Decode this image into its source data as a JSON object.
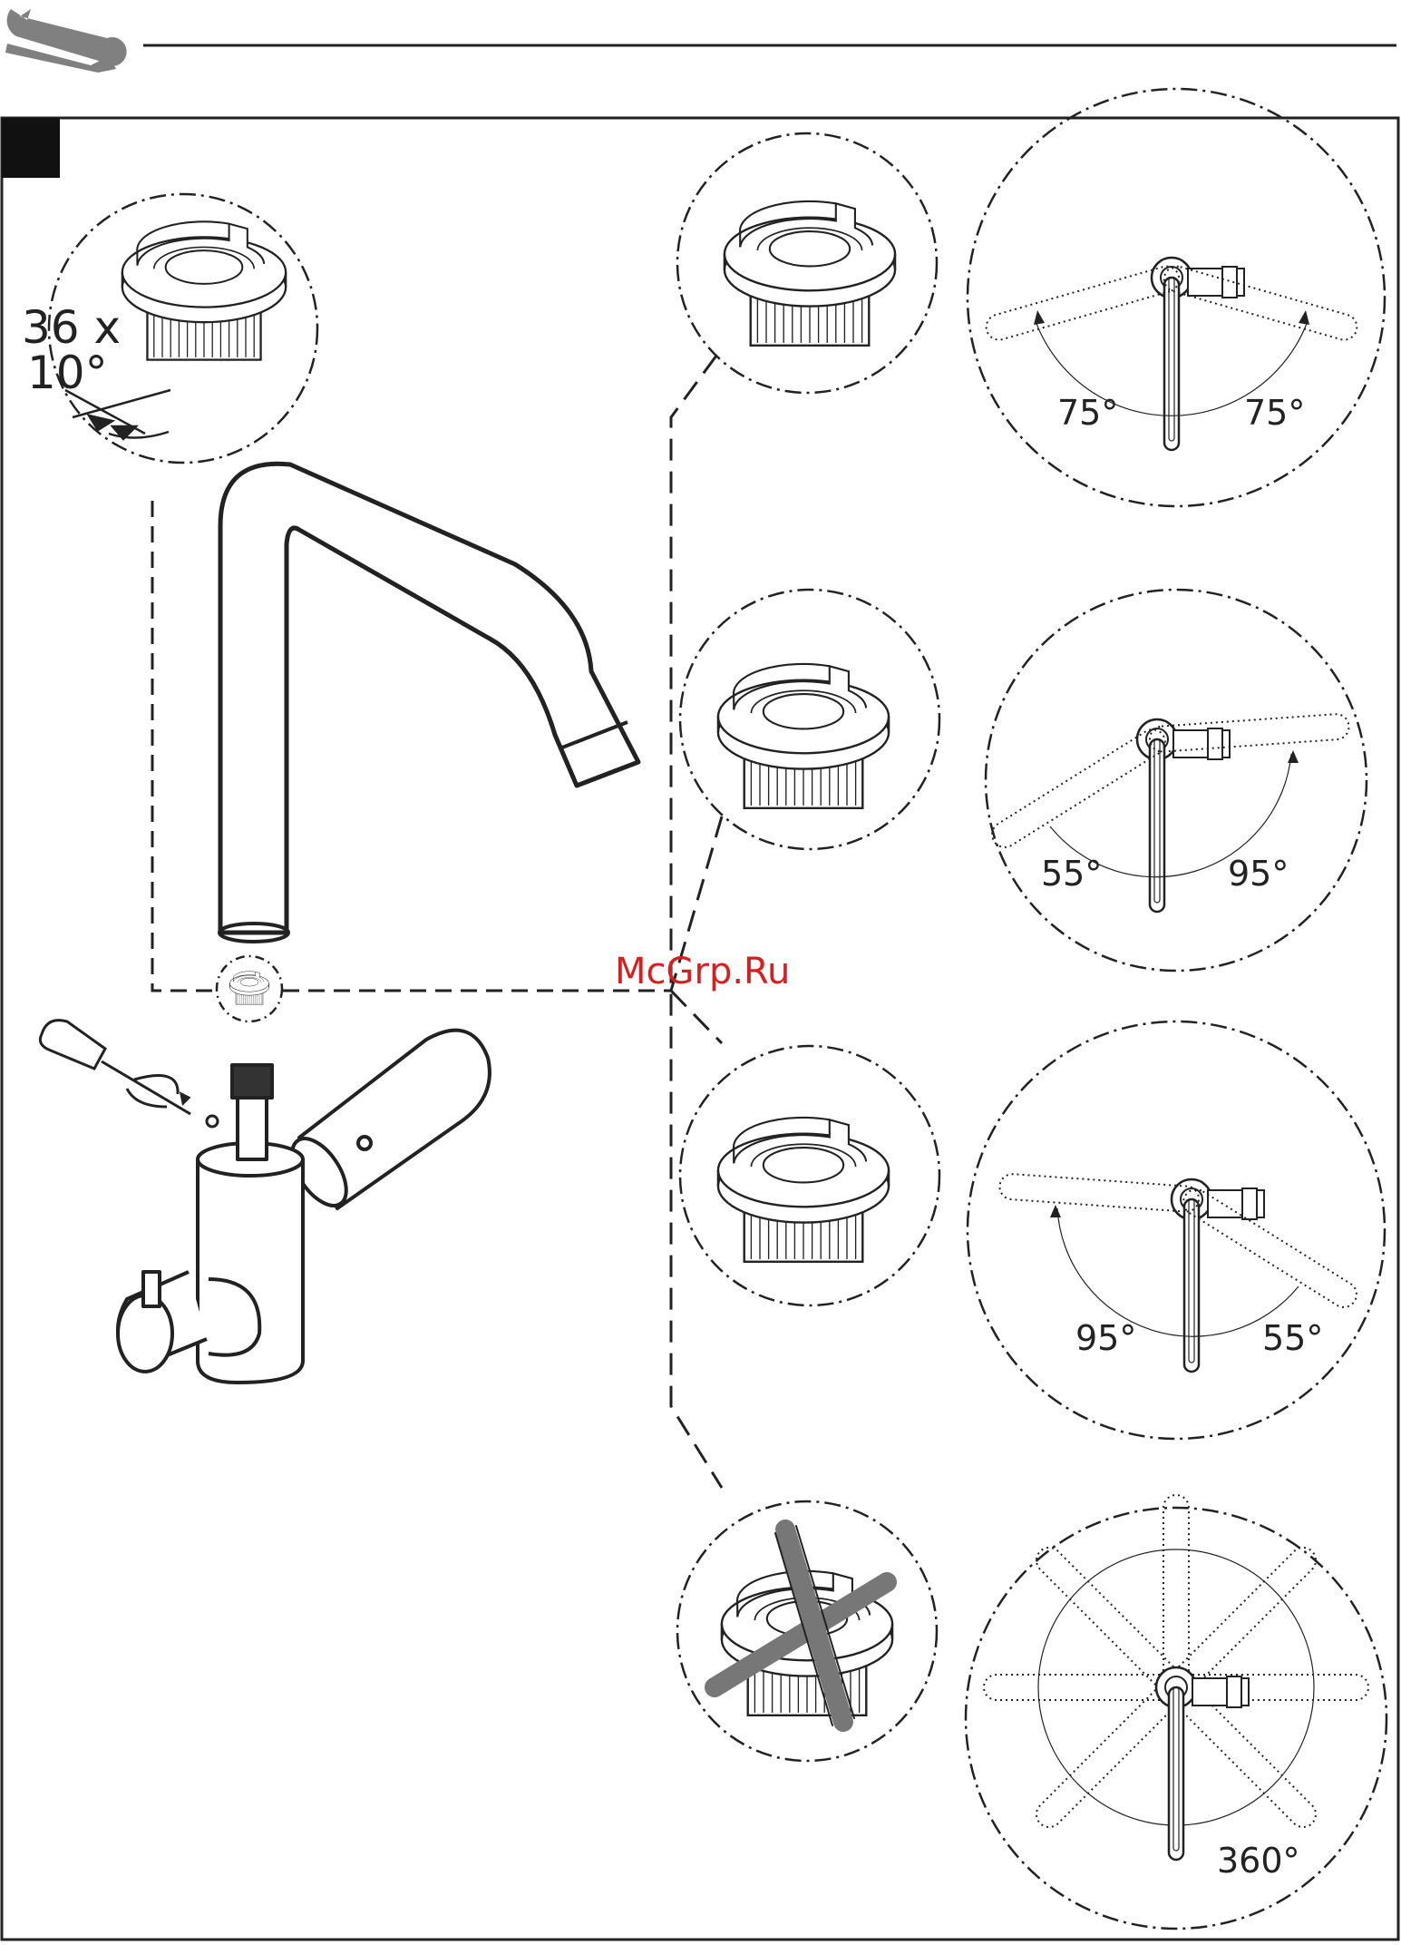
{
  "header": {
    "tool_icon": "wrench-screwdriver-icon"
  },
  "detail": {
    "count_label": "36 x",
    "angle_label": "10°"
  },
  "rows": [
    {
      "left_label": "75°",
      "right_label": "75°",
      "crossed": false
    },
    {
      "left_label": "55°",
      "right_label": "95°",
      "crossed": false
    },
    {
      "left_label": "95°",
      "right_label": "55°",
      "crossed": false
    },
    {
      "center_label": "360°",
      "crossed": true
    }
  ],
  "watermark": "McGrp.Ru",
  "colors": {
    "line": "#222222",
    "watermark": "#d62020",
    "cross": "#777777",
    "header_box": "#111111"
  }
}
